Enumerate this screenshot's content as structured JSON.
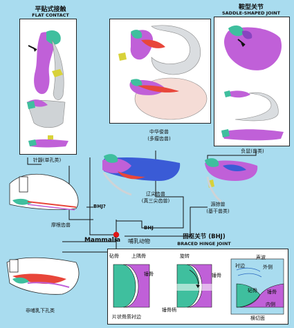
{
  "headers": {
    "flat_zh": "平贴式接触",
    "flat_en": "FLAT CONTACT",
    "saddle_zh": "鞍型关节",
    "saddle_en": "SADDLE-SHAPED JOINT",
    "braced_zh": "固枢关节 (BHJ)",
    "braced_en": "BRACED HINGE JOINT"
  },
  "taxa": {
    "zhonghua_zh": "中华俊兽",
    "zhonghua_paren": "(多瘤齿兽)",
    "fushu_zh": "负鼠(兽类)",
    "zhenyan_zh": "针鼹(单孔类)",
    "liaojian_zh": "辽尖齿兽",
    "liaojian_paren": "(真三尖齿兽)",
    "yuanliang_zh": "源掠兽",
    "yuanliang_paren": "(基干兽类)",
    "mogen_zh": "摩根齿兽",
    "ruru_zh": "非哺乳下孔类"
  },
  "tree": {
    "bhj_q": "BHJ?",
    "bhj": "BHJ",
    "mammalia_en": "Mammalia",
    "mammalia_zh": "哺乳动物"
  },
  "bhj_panel": {
    "zhigu": "砧骨",
    "shanggu": "上隅骨",
    "chuigu": "锤骨",
    "pianzhuang": "片状骨质衬边",
    "chuigubing": "锤骨柄",
    "xuanzhuan": "旋转",
    "chenbian": "衬边",
    "shengbo": "声波",
    "waice": "外侧",
    "neice": "内侧",
    "chuigu2": "锤骨",
    "zhigu2": "砧骨",
    "hengqiemian": "横切面"
  },
  "colors": {
    "background": "#a9dcef",
    "cyan_bone": "#3fbf9e",
    "purple_bone": "#c060d8",
    "blue_bone": "#3a5bd6",
    "yellow_bone": "#d8d23a",
    "red_bone": "#e8463a",
    "node": "#e01515"
  }
}
